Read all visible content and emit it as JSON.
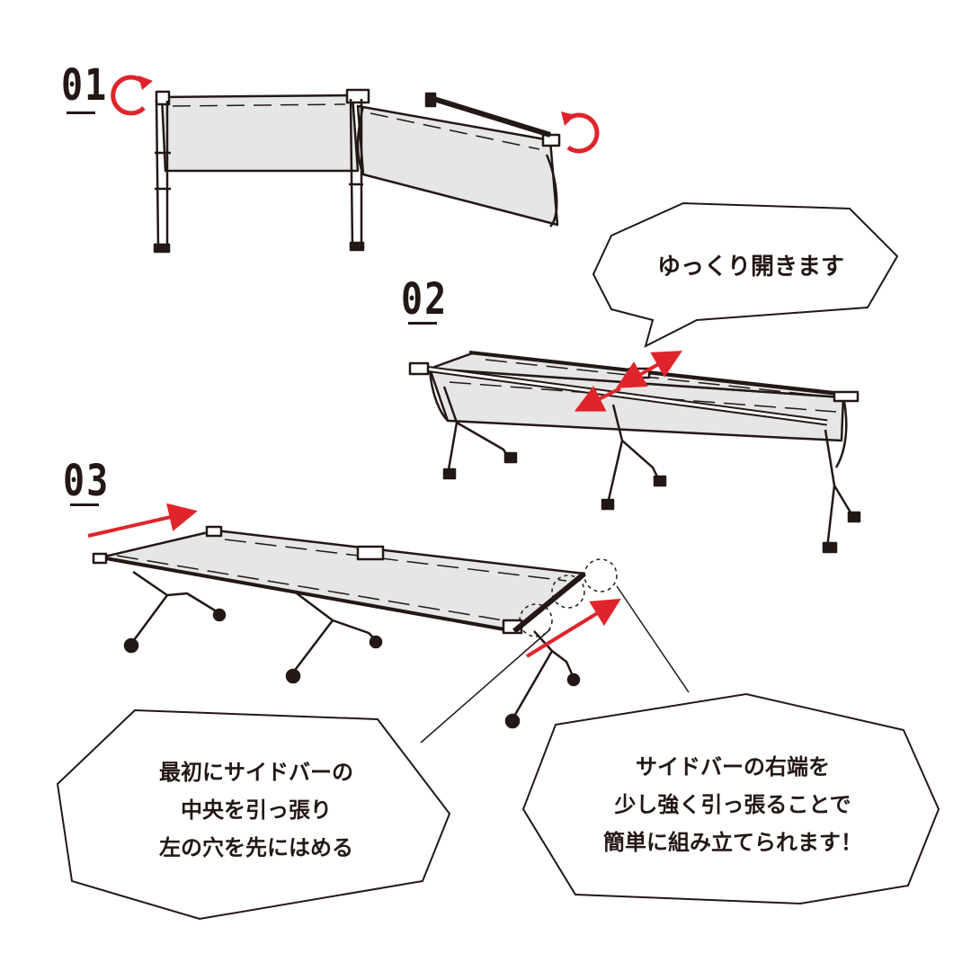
{
  "steps": [
    {
      "number": "01"
    },
    {
      "number": "02"
    },
    {
      "number": "03"
    }
  ],
  "bubbles": {
    "open_slowly": "ゆっくり開きます",
    "left": {
      "line1": "最初にサイドバーの",
      "line2": "中央を引っ張り",
      "line3": "左の穴を先にはめる"
    },
    "right": {
      "line1": "サイドバーの右端を",
      "line2": "少し強く引っ張ることで",
      "line3": "簡単に組み立てられます！"
    }
  },
  "colors": {
    "line": "#231815",
    "arrow": "#e0242b",
    "fabric": "#e6e6e6",
    "background": "#ffffff"
  },
  "icons": [
    "rotate-arrow-icon",
    "rotate-arrow-icon",
    "double-arrow-icon",
    "arrow-icon",
    "arrow-icon"
  ]
}
